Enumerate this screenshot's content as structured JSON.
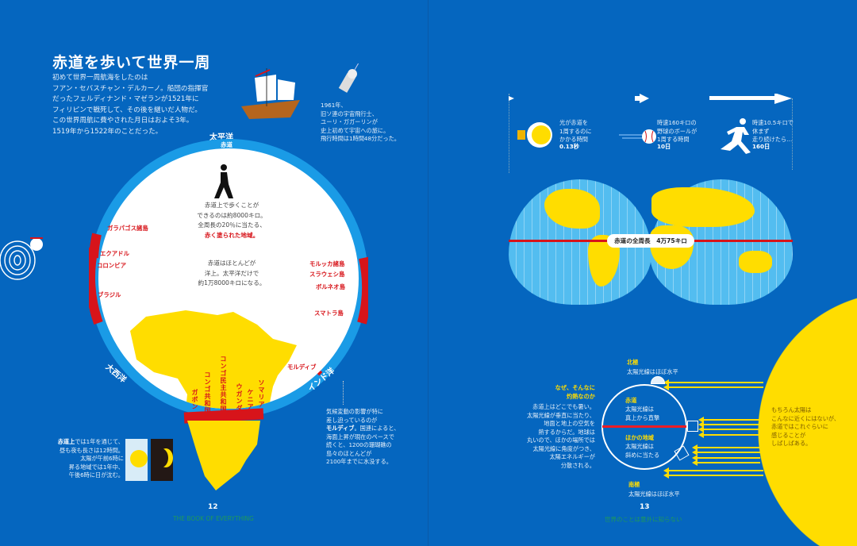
{
  "left": {
    "title": "赤道を歩いて世界一周",
    "intro": "初めて世界一周航海をしたのは\nフアン・セバスチャン・デルカーノ。船団の指揮官\nだったフェルディナンド・マゼランが1521年に\nフィリピンで戦死して、その後を継いだ人物だ。\nこの世界周航に費やされた月日はおよそ3年。\n1519年から1522年のことだった。",
    "gagarin": "1961年、\n旧ソ連の宇宙飛行士、\nユーリ・ガガーリンが\n史上初めて宇宙への旅に。\n飛行時間は1時間48分だった。",
    "pacific": "太平洋",
    "equator": "赤道",
    "atlantic": "大西洋",
    "indian": "インド洋",
    "walk_text": "赤道上で歩くことが\nできるのは約8000キロ。\n全周長の20％に当たる、",
    "walk_red": "赤く塗られた地域。",
    "ocean_text": "赤道はほとんどが\n洋上。太平洋だけで\n約1万8000キロになる。",
    "places_left": [
      "ガラパゴス諸島",
      "エクアドル",
      "コロンビア",
      "ブラジル"
    ],
    "places_right": [
      "モルッカ諸島",
      "スラウェシ島",
      "ボルネオ島",
      "スマトラ島",
      "モルディブ"
    ],
    "places_africa": [
      "ガボン",
      "コンゴ共和国",
      "コンゴ民主共和国",
      "ウガンダ",
      "ケニア",
      "ソマリア"
    ],
    "maldives_note_1": "気候変動の影響が特に\n差し迫っているのが\n",
    "maldives_note_bold": "モルディブ",
    "maldives_note_2": "。国連によると、\n海面上昇が現在のペースで\n続くと、1200の珊瑚礁の\n島々のほとんどが\n2100年までに水没する。",
    "daynight_bold": "赤道上",
    "daynight_text": "では1年を通じて、\n昼も夜も長さは12時間。\n太陽が午前6時に\n昇る地域では1年中、\n午後6時に日が沈む。",
    "page_num": "12",
    "footer": "THE BOOK OF EVERYTHING"
  },
  "right": {
    "light": {
      "text": "光が赤道を\n1周するのに\nかかる時間",
      "value": "0.13秒"
    },
    "ball": {
      "text": "時速160キロの\n野球のボールが\n1周する時間",
      "value": "10日"
    },
    "runner": {
      "text": "時速10.5キロで\n休まず\n走り続けたら…",
      "value": "160日"
    },
    "map_label": "赤道の全周長　4万75キロ",
    "why_title": "なぜ、そんなに\n灼熱なのか",
    "why_text": "赤道上はどこでも暑い。\n太陽光線が垂直に当たり、\n地面と地上の空気を\n熱するからだ。地球は\n丸いので、ほかの場所では\n太陽光線に角度がつき、\n太陽エネルギーが\n分散される。",
    "north_title": "北極",
    "north_text": "太陽光線はほぼ水平",
    "eq_title": "赤道",
    "eq_text": "太陽光線は\n真上から直撃",
    "other_title": "ほかの地域",
    "other_text": "太陽光線は\n斜めに当たる",
    "south_title": "南極",
    "south_text": "太陽光線はほぼ水平",
    "sun_text": "もちろん太陽は\nこんなに近くにはないが、\n赤道ではこれぐらいに\n感じることが\nしばしばある。",
    "page_num": "13",
    "footer": "世界のことは意外に知らない"
  },
  "colors": {
    "bg": "#0566bf",
    "ring": "#1a9be6",
    "red": "#d7141a",
    "yellow": "#ffdd00"
  }
}
